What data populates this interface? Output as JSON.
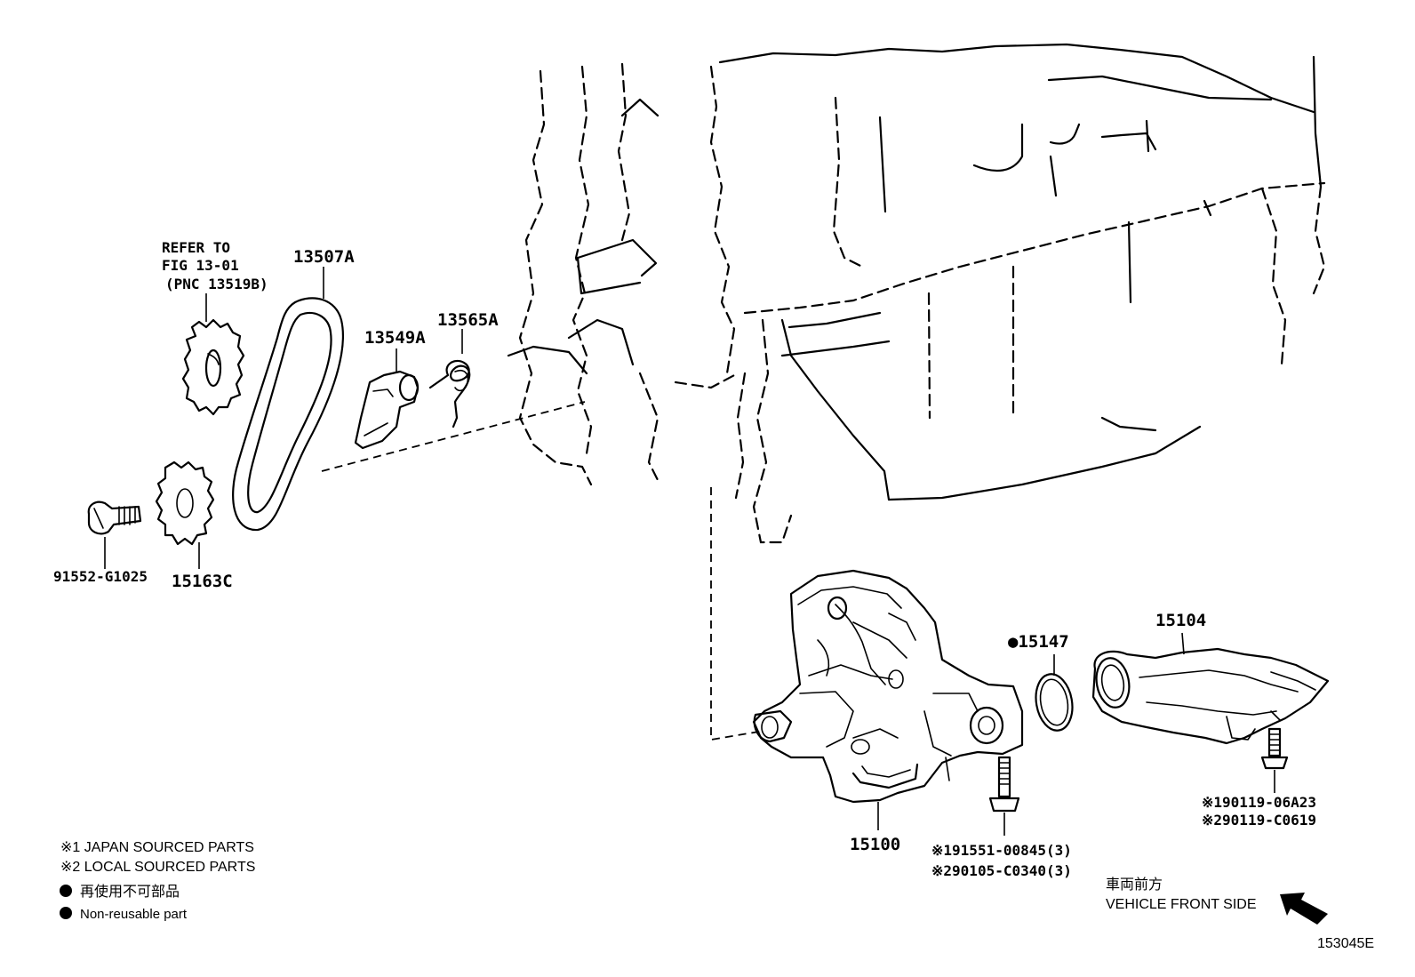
{
  "labels": {
    "refer_line1": "REFER TO",
    "refer_line2": "FIG 13-01",
    "refer_line3": "(PNC 13519B)",
    "p13507a": "13507A",
    "p13549a": "13549A",
    "p13565a": "13565A",
    "p91552": "91552-G1025",
    "p15163c": "15163C",
    "p15100": "15100",
    "p15147": "●15147",
    "p15104": "15104",
    "bolt_a_1": "※190119-06A23",
    "bolt_a_2": "※290119-C0619",
    "bolt_b_1": "※191551-00845(3)",
    "bolt_b_2": "※290105-C0340(3)"
  },
  "legend": {
    "note1": "※1 JAPAN SOURCED PARTS",
    "note2": "※2 LOCAL SOURCED PARTS",
    "nonreusable_jp": "再使用不可部品",
    "nonreusable_en": "Non-reusable part"
  },
  "direction": {
    "jp": "車両前方",
    "en": "VEHICLE FRONT SIDE"
  },
  "figure_id": "153045E"
}
